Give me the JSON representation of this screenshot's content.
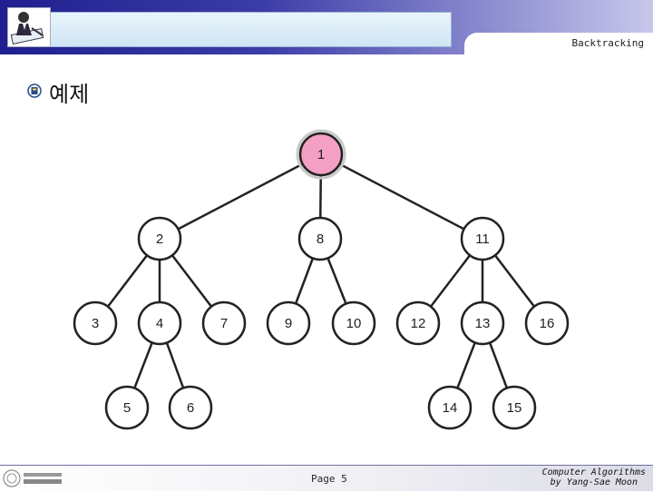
{
  "header": {
    "section_title": "Backtracking"
  },
  "slide": {
    "title": "예제"
  },
  "tree": {
    "nodes": [
      {
        "id": 1,
        "label": "1",
        "highlight": true
      },
      {
        "id": 2,
        "label": "2"
      },
      {
        "id": 8,
        "label": "8"
      },
      {
        "id": 11,
        "label": "11"
      },
      {
        "id": 3,
        "label": "3"
      },
      {
        "id": 4,
        "label": "4"
      },
      {
        "id": 7,
        "label": "7"
      },
      {
        "id": 9,
        "label": "9"
      },
      {
        "id": 10,
        "label": "10"
      },
      {
        "id": 12,
        "label": "12"
      },
      {
        "id": 13,
        "label": "13"
      },
      {
        "id": 16,
        "label": "16"
      },
      {
        "id": 5,
        "label": "5"
      },
      {
        "id": 6,
        "label": "6"
      },
      {
        "id": 14,
        "label": "14"
      },
      {
        "id": 15,
        "label": "15"
      }
    ],
    "edges": [
      [
        1,
        2
      ],
      [
        1,
        8
      ],
      [
        1,
        11
      ],
      [
        2,
        3
      ],
      [
        2,
        4
      ],
      [
        2,
        7
      ],
      [
        8,
        9
      ],
      [
        8,
        10
      ],
      [
        11,
        12
      ],
      [
        11,
        13
      ],
      [
        11,
        16
      ],
      [
        4,
        5
      ],
      [
        4,
        6
      ],
      [
        13,
        14
      ],
      [
        13,
        15
      ]
    ],
    "colors": {
      "highlight_fill": "#f4a0c4",
      "node_fill": "#ffffff",
      "stroke": "#222222"
    }
  },
  "footer": {
    "page": "Page 5",
    "credits_line1": "Computer Algorithms",
    "credits_line2": "by Yang-Sae Moon"
  }
}
